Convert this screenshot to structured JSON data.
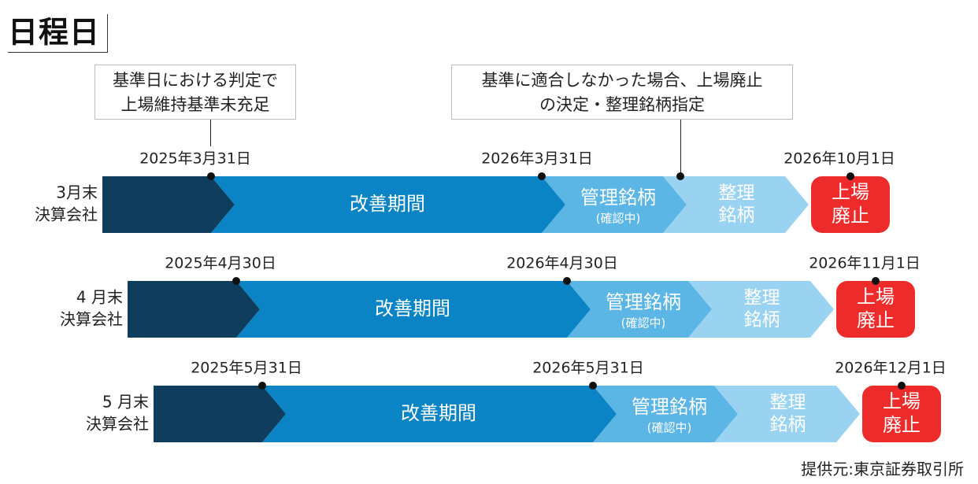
{
  "title": "日程日",
  "callouts": {
    "judgment": {
      "line1": "基準日における判定で",
      "line2": "上場維持基準未充足"
    },
    "delisting": {
      "line1": "基準に適合しなかった場合、上場廃止",
      "line2": "の決定・整理銘柄指定"
    }
  },
  "rows": [
    {
      "label_line1": "3月末",
      "label_line2": "決算会社",
      "date_start": "2025年3月31日",
      "date_mid": "2026年3月31日",
      "date_end": "2026年10月1日",
      "phase1": "改善期間",
      "phase2": "管理銘柄",
      "phase2_sub": "(確認中)",
      "phase3_line1": "整理",
      "phase3_line2": "銘柄",
      "final_line1": "上場",
      "final_line2": "廃止"
    },
    {
      "label_line1": "4 月末",
      "label_line2": "決算会社",
      "date_start": "2025年4月30日",
      "date_mid": "2026年4月30日",
      "date_end": "2026年11月1日",
      "phase1": "改善期間",
      "phase2": "管理銘柄",
      "phase2_sub": "(確認中)",
      "phase3_line1": "整理",
      "phase3_line2": "銘柄",
      "final_line1": "上場",
      "final_line2": "廃止"
    },
    {
      "label_line1": "5 月末",
      "label_line2": "決算会社",
      "date_start": "2025年5月31日",
      "date_mid": "2026年5月31日",
      "date_end": "2026年12月1日",
      "phase1": "改善期間",
      "phase2": "管理銘柄",
      "phase2_sub": "(確認中)",
      "phase3_line1": "整理",
      "phase3_line2": "銘柄",
      "final_line1": "上場",
      "final_line2": "廃止"
    }
  ],
  "source": "提供元:東京証券取引所",
  "colors": {
    "navy": "#0f3d5e",
    "blue": "#0a84c4",
    "mid_blue": "#5bb6e6",
    "light_blue": "#9ad3f1",
    "red": "#ee2b2b"
  }
}
